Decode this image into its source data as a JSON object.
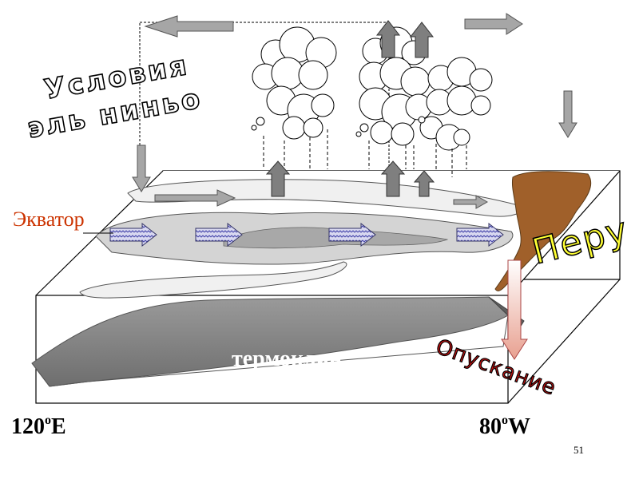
{
  "title_line1": "Условия",
  "title_line2": "эль ниньо",
  "label_equator": "Экватор",
  "label_peru": "Перу",
  "label_thermocline": "термоклин",
  "label_downwelling": "Опускание",
  "coord_west": {
    "value": "120",
    "sup": "o",
    "dir": "E"
  },
  "coord_east": {
    "value": "80",
    "sup": "o",
    "dir": "W"
  },
  "page_number": "51",
  "colors": {
    "equator_label": "#cc3300",
    "peru_label": "#ffff33",
    "downwelling_label": "#cc1111",
    "land": "#a0602a",
    "thermocline": "#8c8c8c"
  }
}
